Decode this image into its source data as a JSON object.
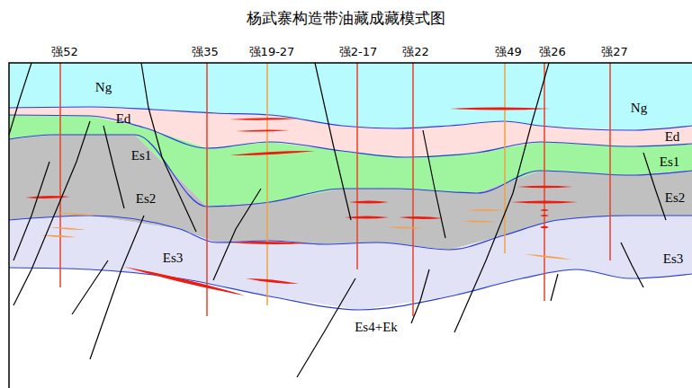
{
  "diagram": {
    "title": "杨武寨构造带油藏成藏模式图",
    "labels": [
      "强52",
      "强35",
      "强19-27",
      "强2-17",
      "强22",
      "强49",
      "强26",
      "强27",
      "Ng",
      "Ed",
      "Es1",
      "Es2",
      "Es3",
      "Es4+Ek",
      "Ng",
      "Ed",
      "Es1",
      "Es2",
      "Es3"
    ]
  }
}
